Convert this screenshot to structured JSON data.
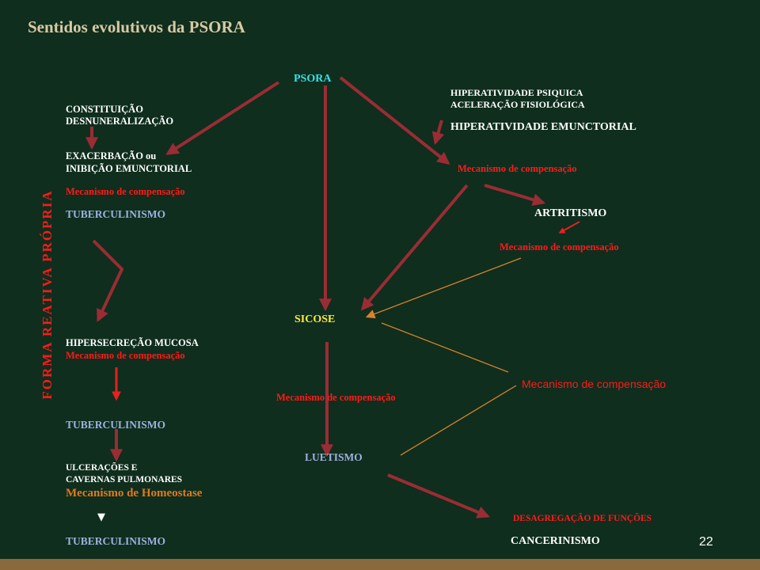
{
  "title": "Sentidos evolutivos da  PSORA",
  "vertical_label": "FORMA REATIVA PRÓPRIA",
  "center": {
    "psora": "PSORA",
    "sicose": "SICOSE",
    "mecanismo": "Mecanismo de  compensação",
    "luetismo": "LUETISMO"
  },
  "left": {
    "constituicao": "CONSTITUIÇÃO",
    "desnuneralizacao": "DESNUNERALIZAÇÃO",
    "exacerbacao": "EXACERBAÇÃO ou",
    "inibicao": "INIBIÇÃO EMUNCTORIAL",
    "mecanismo_1": "Mecanismo de compensação",
    "tuberculinismo_1": "TUBERCULINISMO",
    "hipersecrecao": "HIPERSECREÇÃO MUCOSA",
    "mecanismo_2": "Mecanismo de compensação",
    "tuberculinismo_2": "TUBERCULINISMO",
    "ulceracoes": "ULCERAÇÕES E",
    "cavernas": "CAVERNAS PULMONARES",
    "homeostase": "Mecanismo de Homeostase",
    "triangle": "▼",
    "tuberculinismo_3": "TUBERCULINISMO"
  },
  "right": {
    "hiperatividade_psiquica": "HIPERATIVIDADE  PSIQUICA",
    "aceleracao": "ACELERAÇÃO FISIOLÓGICA",
    "hiperatividade_emunctorial": "HIPERATIVIDADE EMUNCTORIAL",
    "mecanismo_1": "Mecanismo de  compensação",
    "artritismo": "ARTRITISMO",
    "mecanismo_2": "Mecanismo de compensação",
    "mecanismo_3": "Mecanismo de compensação",
    "desagregacao": "DESAGREGAÇÃO DE FUNÇÕES",
    "cancerinismo": "CANCERINISMO"
  },
  "page_number": "22",
  "colors": {
    "background": "#0f2e1d",
    "arrow": "#9b2c34",
    "thin_line": "#d9822b",
    "footer": "#8a6a3d"
  }
}
